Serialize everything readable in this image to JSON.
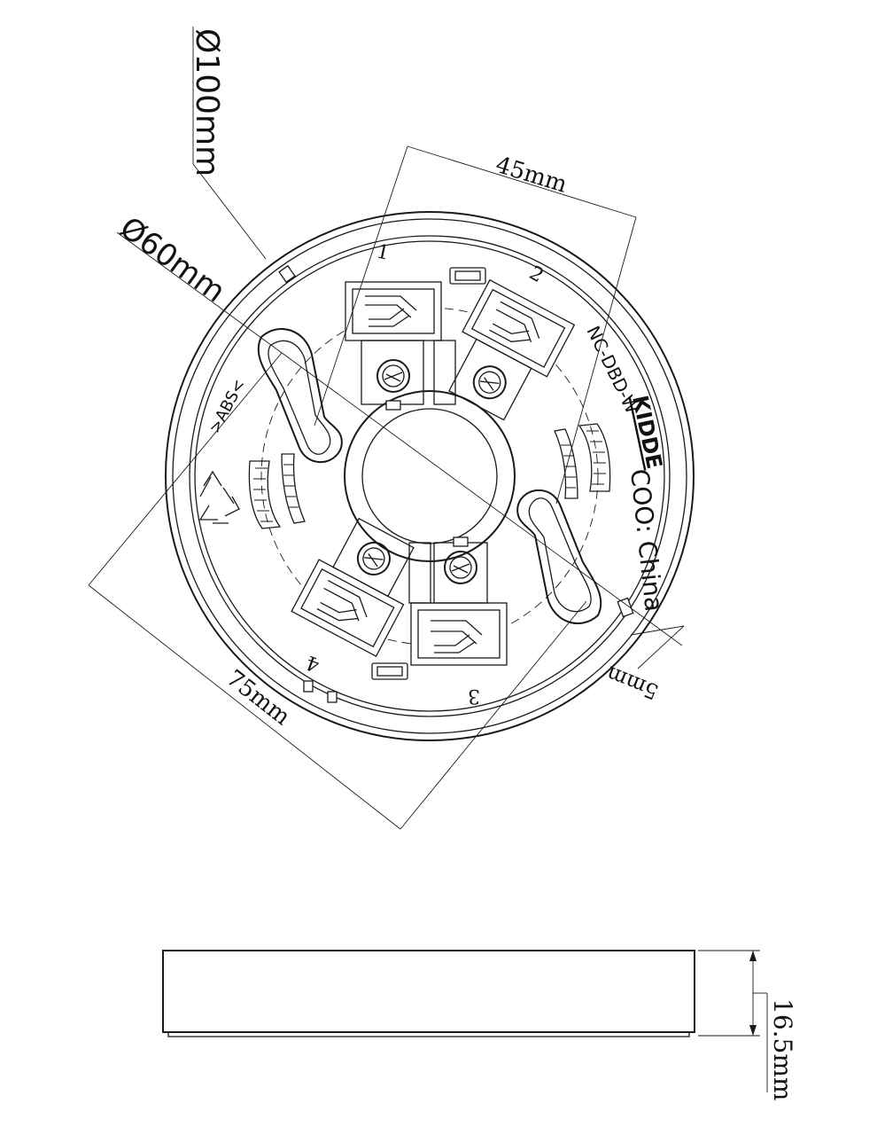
{
  "dimensions": {
    "outer_diameter": "Ø100mm",
    "inner_diameter": "Ø60mm",
    "hole_spacing": "45mm",
    "slot_spacing": "75mm",
    "wall_offset": "5mm",
    "height": "16.5mm"
  },
  "terminals": [
    "1",
    "2",
    "3",
    "4"
  ],
  "markings": {
    "model": "NC-DBD-W",
    "brand": "KIDDE",
    "origin": "COO: China",
    "material": ">ABS<"
  },
  "icons": [
    "recycle-icon",
    "screw-icon"
  ]
}
